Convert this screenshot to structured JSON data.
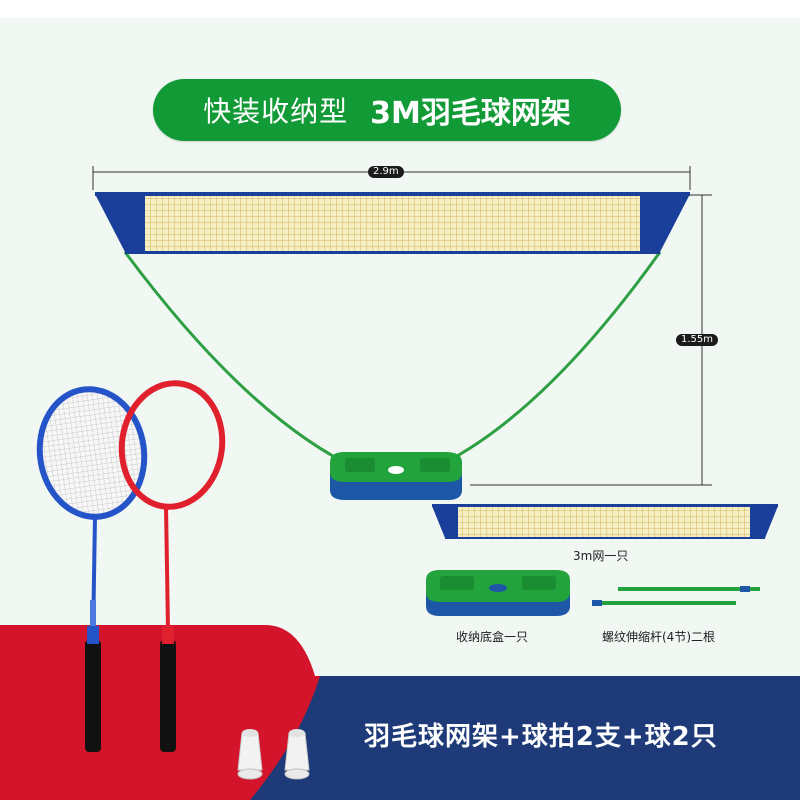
{
  "title": {
    "part1": "快装收纳型",
    "part2": "3M羽毛球网架"
  },
  "dimensions": {
    "width": "2.9m",
    "height": "1.55m"
  },
  "components": {
    "net": "3m网一只",
    "base": "收纳底盒一只",
    "poles": "螺纹伸缩杆(4节)二根"
  },
  "banner": {
    "text": "羽毛球网架+球拍2支+球2只"
  },
  "colors": {
    "green": "#119a35",
    "blue": "#1a3f9a",
    "red": "#d4142b",
    "navy": "#1e3a78",
    "net_yellow": "#f3e9b0"
  }
}
